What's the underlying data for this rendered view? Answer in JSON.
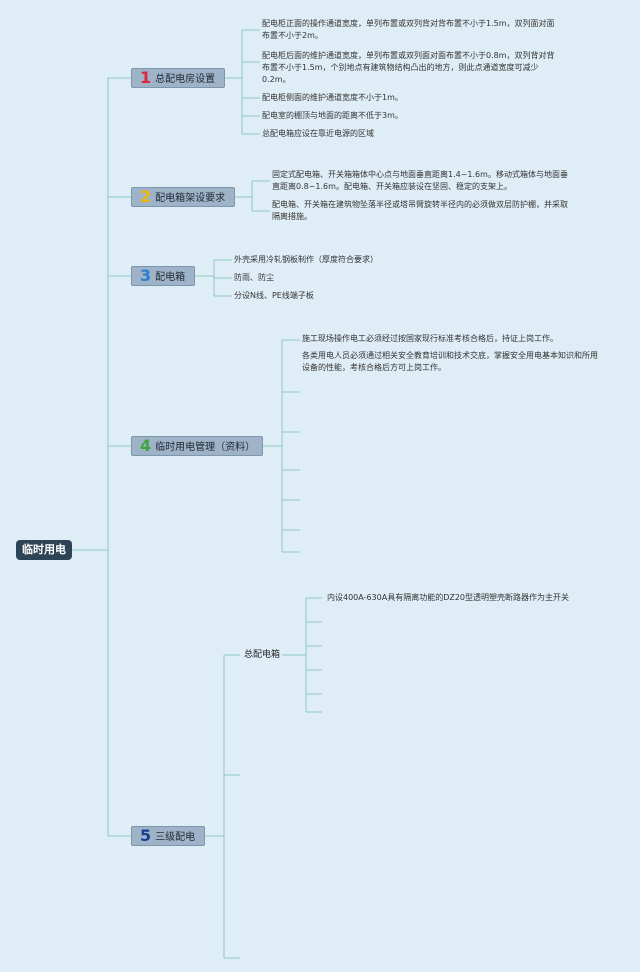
{
  "root": {
    "label": "临时用电"
  },
  "branches": [
    {
      "num": "1",
      "num_color": "#d7263d",
      "label": "总配电房设置",
      "items": [
        "配电柜正面的操作通道宽度，单列布置或双列背对背布置不小于1.5m，双列面对面布置不小于2m。",
        "配电柜后面的维护通道宽度，单列布置或双列面对面布置不小于0.8m，双列背对背布置不小于1.5m，个别地点有建筑物结构凸出的地方，则此点通道宽度可减少0.2m。",
        "配电柜侧面的维护通道宽度不小于1m。",
        "配电室的棚顶与地面的距离不低于3m。",
        "总配电箱应设在靠近电源的区域"
      ]
    },
    {
      "num": "2",
      "num_color": "#f2b705",
      "label": "配电箱架设要求",
      "items": [
        "固定式配电箱、开关箱箱体中心点与地面垂直距离1.4~1.6m。移动式箱体与地面垂直距离0.8~1.6m。配电箱、开关箱应装设在坚固、稳定的支架上。",
        "配电箱、开关箱在建筑物坠落半径或塔吊臂旋转半径内的必须做双层防护棚，并采取隔离措施。"
      ]
    },
    {
      "num": "3",
      "num_color": "#2a7fd4",
      "label": "配电箱",
      "items": [
        "外壳采用冷轧钢板制作（厚度符合要求）",
        "防雨、防尘",
        "分设N线、PE线端子板"
      ]
    },
    {
      "num": "4",
      "num_color": "#3fa63f",
      "label": "临时用电管理（资料）",
      "items": [
        "施工现场操作电工必须经过按国家现行标准考核合格后，持证上岗工作。",
        "各类用电人员必须通过相关安全教育培训和技术交底，掌握安全用电基本知识和所用设备的性能，考核合格后方可上岗工作。"
      ]
    },
    {
      "num": "5",
      "num_color": "#1d3f8f",
      "label": "三级配电",
      "sub": {
        "label": "总配电箱",
        "items": [
          "内设400A-630A具有隔离功能的DZ20型透明塑壳断路器作为主开关"
        ]
      }
    }
  ],
  "colors": {
    "line": "#8fc6c0",
    "background": "#dfeef6"
  }
}
